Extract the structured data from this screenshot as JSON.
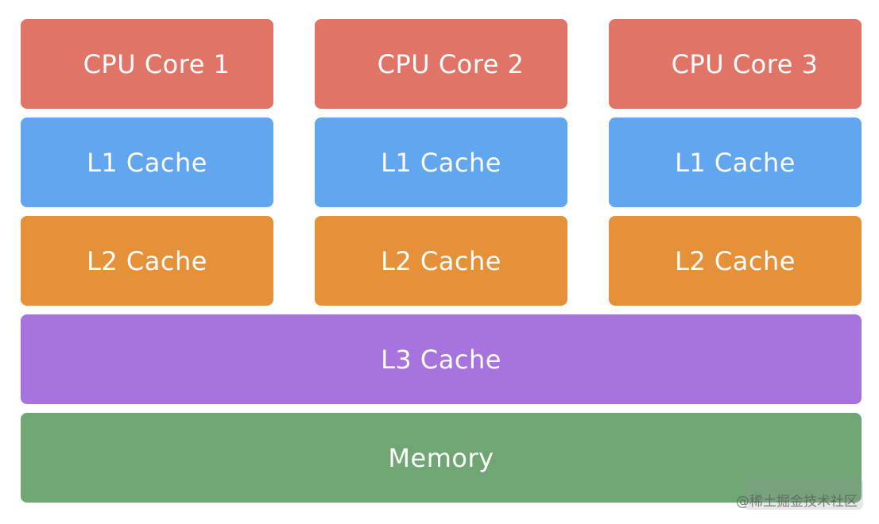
{
  "cores": [
    {
      "cpu": "CPU Core 1",
      "l1": "L1 Cache",
      "l2": "L2 Cache"
    },
    {
      "cpu": "CPU Core 2",
      "l1": "L1 Cache",
      "l2": "L2 Cache"
    },
    {
      "cpu": "CPU Core 3",
      "l1": "L1 Cache",
      "l2": "L2 Cache"
    }
  ],
  "shared": {
    "l3": "L3 Cache",
    "memory": "Memory"
  },
  "watermark": "@稀土掘金技术社区",
  "colors": {
    "cpu": "#e07466",
    "l1": "#62a6ef",
    "l2": "#e4913a",
    "l3": "#a773dd",
    "memory": "#6fa674"
  }
}
